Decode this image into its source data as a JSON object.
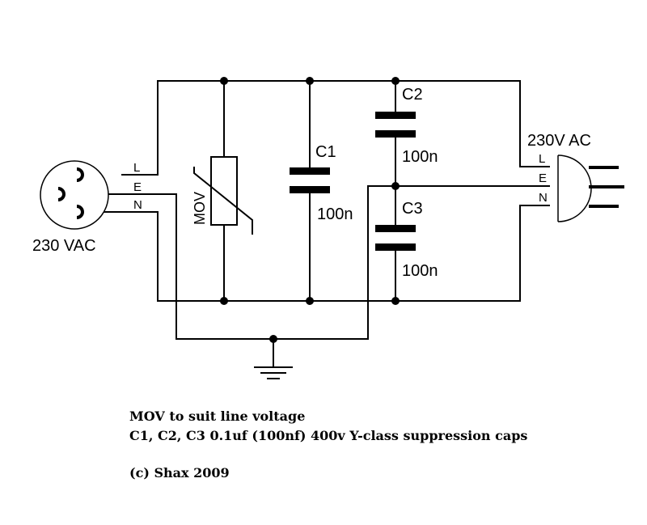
{
  "labels": {
    "input_source": "230 VAC",
    "output_outlet": "230V AC",
    "pin_l_in": "L",
    "pin_e_in": "E",
    "pin_n_in": "N",
    "pin_l_out": "L",
    "pin_e_out": "E",
    "pin_n_out": "N",
    "mov": "MOV",
    "c1_name": "C1",
    "c1_value": "100n",
    "c2_name": "C2",
    "c2_value": "100n",
    "c3_name": "C3",
    "c3_value": "100n"
  },
  "notes": {
    "line1": "MOV to suit line voltage",
    "line2": "C1, C2, C3 0.1uf (100nf) 400v Y-class suppression caps",
    "line3": "(c) Shax 2009"
  }
}
